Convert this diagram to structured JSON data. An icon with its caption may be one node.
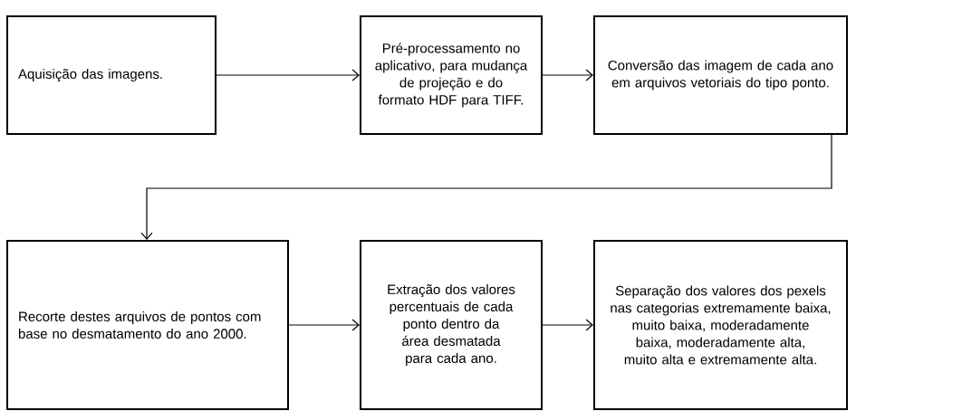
{
  "diagram": {
    "nodes": [
      {
        "text": [
          "Aquisição das imagens."
        ]
      },
      {
        "text": [
          "Pré-processamento no aplicativo, para mudança de projeção e do formato HDF para TIFF."
        ]
      },
      {
        "text": [
          "Conversão das imagem de cada ano em arquivos vetoriais do tipo ponto."
        ]
      },
      {
        "text": [
          "Recorte destes arquivos de pontos com base no desmatamento do ano 2000."
        ]
      },
      {
        "text": [
          "Extração dos valores percentuais de cada ponto dentro da área desmatada para cada ano."
        ]
      },
      {
        "text": [
          "Separação dos valores dos pexels nas categorias extremamente baixa, muito baixa, moderadamente baixa, moderadamente alta, muito alta e extremamente alta."
        ]
      }
    ],
    "edges": [
      {
        "from": 0,
        "to": 1,
        "arrow": "to"
      },
      {
        "from": 1,
        "to": 2,
        "arrow": "to"
      },
      {
        "from": 2,
        "to": 3,
        "arrow": "to"
      },
      {
        "from": 3,
        "to": 4,
        "arrow": "to"
      },
      {
        "from": 4,
        "to": 5,
        "arrow": "to"
      }
    ]
  }
}
